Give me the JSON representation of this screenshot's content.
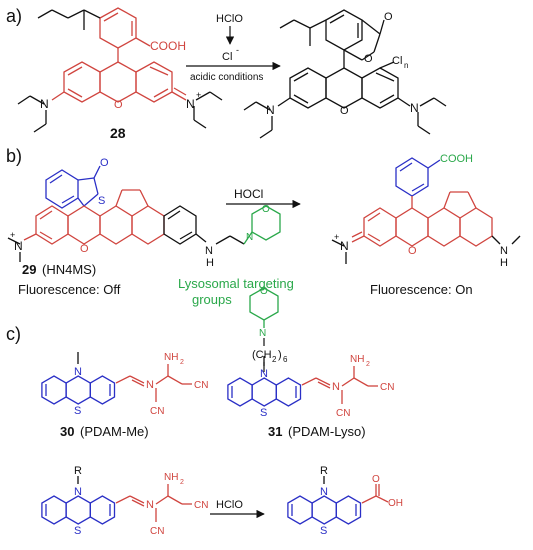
{
  "panels": {
    "a": {
      "label": "a)",
      "reagent_top": "HClO",
      "reagent_ion": "Cl",
      "ion_charge": "-",
      "condition": "acidic conditions",
      "compound": "28",
      "acid_group": "COOH",
      "lactone_o": "O",
      "ring_o": "O",
      "n_atom": "N",
      "n_plus": "+",
      "cl_sub": "Cl",
      "cl_sub_n": "n"
    },
    "b": {
      "label": "b)",
      "reagent": "HOCl",
      "compound": "29",
      "compound_name": "(HN4MS)",
      "state_left": "Fluorescence: Off",
      "state_right": "Fluorescence: On",
      "targeting_line1": "Lysosomal targeting",
      "targeting_line2": "groups",
      "s_atom": "S",
      "o_atom": "O",
      "n_atom": "N",
      "nh": "H",
      "cooh": "COOH",
      "n_plus": "+"
    },
    "c": {
      "label": "c)",
      "compound_30": "30",
      "name_30": "(PDAM-Me)",
      "compound_31": "31",
      "name_31": "(PDAM-Lyso)",
      "linker": "(CH",
      "linker_sub": "2",
      "linker_close": ")",
      "linker_n": "6",
      "reagent": "HClO",
      "r_group": "R",
      "n_atom": "N",
      "s_atom": "S",
      "nh2": "NH",
      "nh2_sub": "2",
      "cn": "CN",
      "oh": "OH",
      "o_atom": "O"
    }
  },
  "colors": {
    "xanthene": "#d0453f",
    "phenothiazine": "#2a2fc6",
    "morpholine": "#2aa84a",
    "targeting_text": "#2aa84a",
    "ink": "#111111"
  }
}
